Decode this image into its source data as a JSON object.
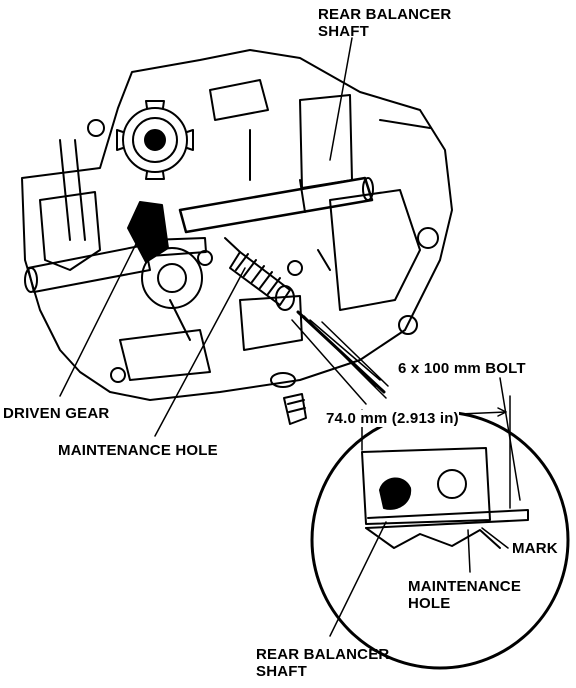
{
  "labels": {
    "rear_balancer_shaft_top_line1": "REAR BALANCER",
    "rear_balancer_shaft_top_line2": "SHAFT",
    "driven_gear": "DRIVEN GEAR",
    "maintenance_hole_main": "MAINTENANCE HOLE",
    "bolt_spec": "6 x 100 mm BOLT",
    "dimension": "74.0 mm (2.913 in)",
    "mark": "MARK",
    "maintenance_hole_detail_line1": "MAINTENANCE",
    "maintenance_hole_detail_line2": "HOLE",
    "rear_balancer_shaft_bottom_line1": "REAR BALANCER",
    "rear_balancer_shaft_bottom_line2": "SHAFT"
  },
  "colors": {
    "ink": "#000000",
    "paper": "#ffffff"
  }
}
